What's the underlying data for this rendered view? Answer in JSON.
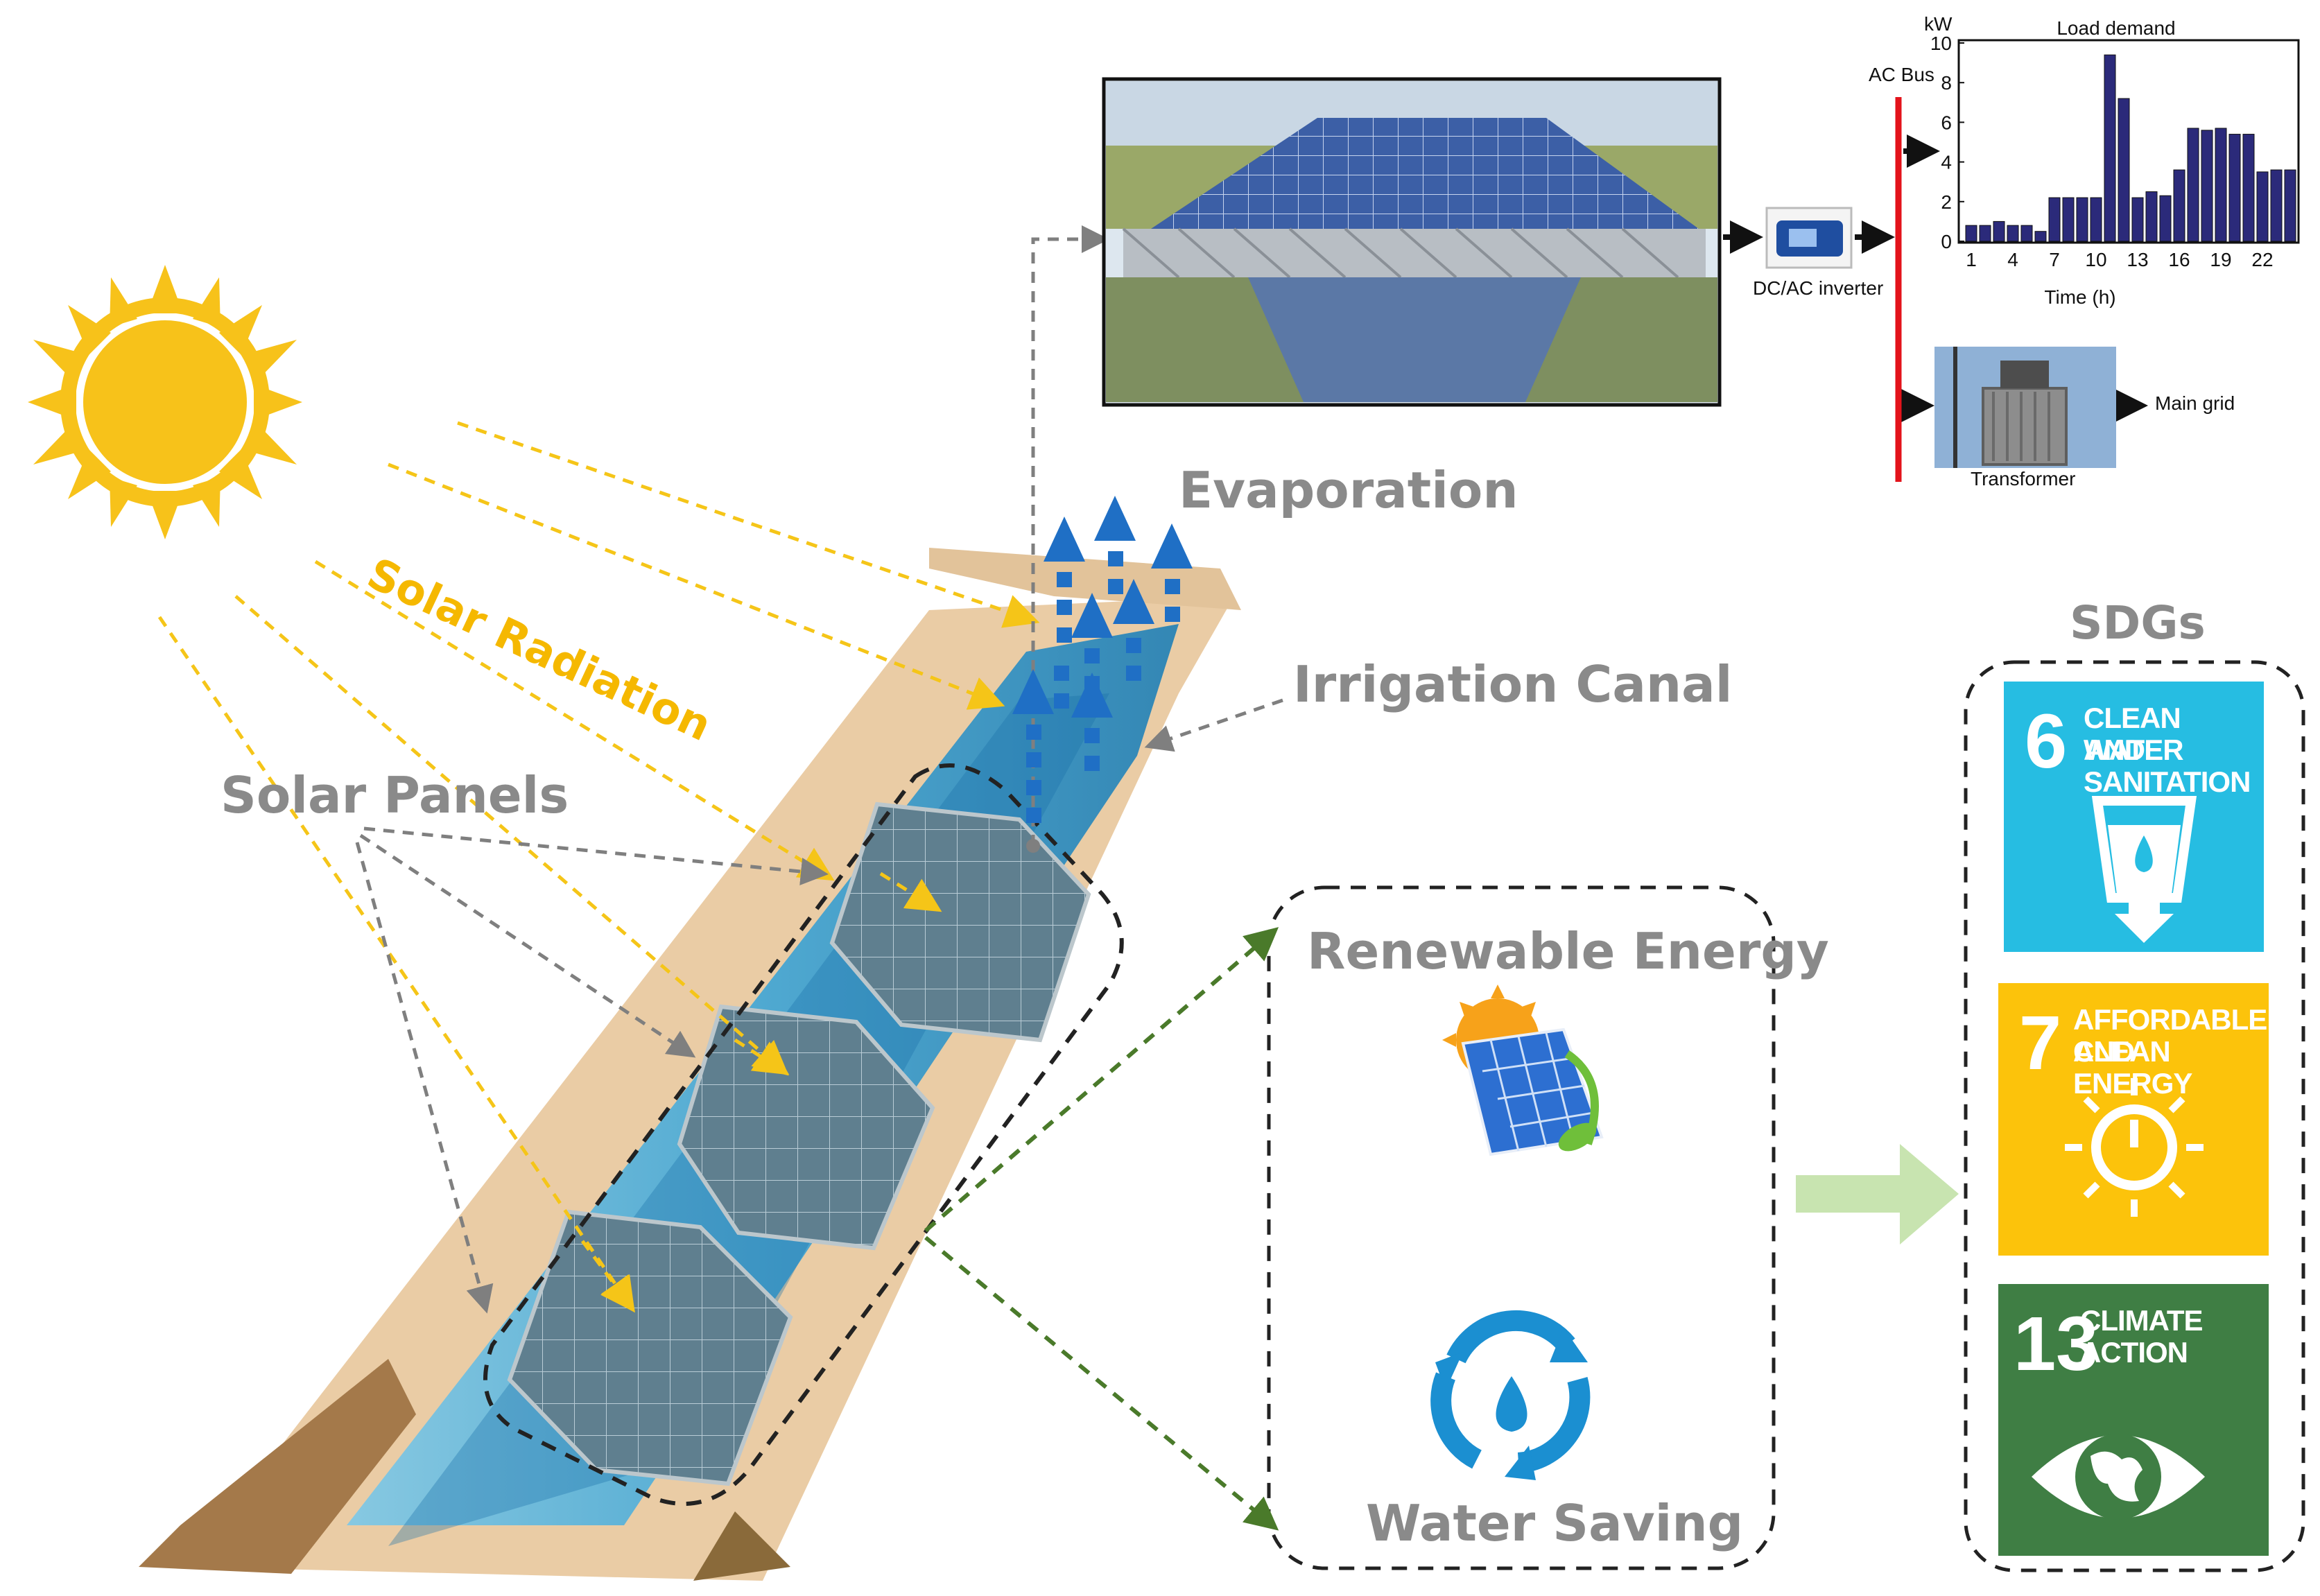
{
  "labels": {
    "solar_radiation": "Solar Radiation",
    "solar_panels": "Solar Panels",
    "evaporation": "Evaporation",
    "irrigation_canal": "Irrigation Canal",
    "renewable_energy": "Renewable Energy",
    "water_saving": "Water Saving",
    "sdgs": "SDGs",
    "ac_bus": "AC Bus",
    "dc_ac_inverter": "DC/AC inverter",
    "transformer": "Transformer",
    "main_grid": "Main grid"
  },
  "sdg_cards": [
    {
      "number": "6",
      "line1": "CLEAN WATER",
      "line2": "AND SANITATION",
      "color": "#26BDE2",
      "icon": "water-glass-icon"
    },
    {
      "number": "7",
      "line1": "AFFORDABLE AND",
      "line2": "CLEAN ENERGY",
      "color": "#FCC30B",
      "icon": "power-sun-icon"
    },
    {
      "number": "13",
      "line1": "CLIMATE",
      "line2": "ACTION",
      "color": "#3F7E44",
      "icon": "earth-eye-icon"
    }
  ],
  "chart_data": {
    "type": "bar",
    "title": "Load demand",
    "ylabel": "kW",
    "xlabel": "Time (h)",
    "ylim": [
      0,
      10
    ],
    "y_ticks": [
      "0",
      "2",
      "4",
      "6",
      "8",
      "10"
    ],
    "x_ticks": [
      "1",
      "4",
      "7",
      "10",
      "13",
      "16",
      "19",
      "22"
    ],
    "x": [
      1,
      2,
      3,
      4,
      5,
      6,
      7,
      8,
      9,
      10,
      11,
      12,
      13,
      14,
      15,
      16,
      17,
      18,
      19,
      20,
      21,
      22,
      23,
      24
    ],
    "values": [
      0.8,
      0.8,
      1.0,
      0.8,
      0.8,
      0.5,
      2.2,
      2.2,
      2.2,
      2.2,
      9.4,
      7.2,
      2.2,
      2.5,
      2.3,
      3.6,
      5.7,
      5.6,
      5.7,
      5.4,
      5.4,
      3.5,
      3.6,
      3.6
    ],
    "bar_color": "#2b2a7a",
    "grid": false
  },
  "colors": {
    "sun": "#F7C21A",
    "radiation_arrow": "#F5C518",
    "grey_arrow": "#7f7f7f",
    "green_arrow": "#4a7a2a",
    "evaporation_blue": "#1f6fc5",
    "ac_bus": "#e3131b",
    "solar_radiation_text": "#F5B800"
  }
}
